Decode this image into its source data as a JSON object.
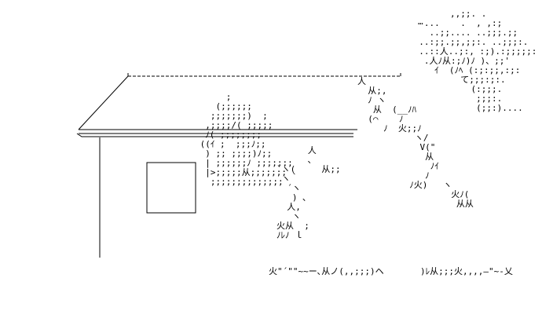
{
  "art": {
    "smoke_plume": "        ,,;;. .\n   ...    .  , ,:;\n    ..;;.... ..;;;.;;\n  ..:;;.;;,;;:. ..;;;:.\n  ..::人..;:, :;).:;;;;;:\n   .人ﾉ从:;ﾉ)ﾉ )、;;'\n     ｲ  (ﾉﾍ (:;:;;,:;:\n          て;;;:;:.\n            (:;;;.\n             ;;;:.\n             (;;:)....",
    "roof_smoke": "      ;\n    (;;;;;;\n   ;;;;;;;)  ;\n  ,;;;;/( ;;;;;\n  ﾉ( ;;;;;;;;\n ((ｲ ;  ;;;ﾉ;;\n  ) ;; ;;;;)ﾉ;;\n  | ;;;;;;ﾉ ;;;;;;;\n  |>;;;;;从;;;;;;;\n   ;;;;;;;;;;;;;;",
    "fire_left": "      人\n      ､\n`ヽ(     从;;\n ヽ｀\n  ´ヽ\n   ) ､\n  人,\n   ヽ\n火从  ;\nﾉﾚﾉ ｌ",
    "fire_right": "人\n  从;,\n  ﾉ ヽ\n   从  (__ﾉﾊ\n  (⌒    ﾉ\n     ﾉ  火;;ﾉ\n           ヽ/\n            V(\"\n             从\n              ﾉｲ\n             ﾉ\n          ﾉ火)   ヽ\n                  火ﾉ(\n                   从从",
    "base_line": "火\"´\"\"~~ー､从ノ(,,;;;)ヘ       )ﾚ从;;;火,,,,―\"~-乂",
    "ellipsis": "…"
  }
}
